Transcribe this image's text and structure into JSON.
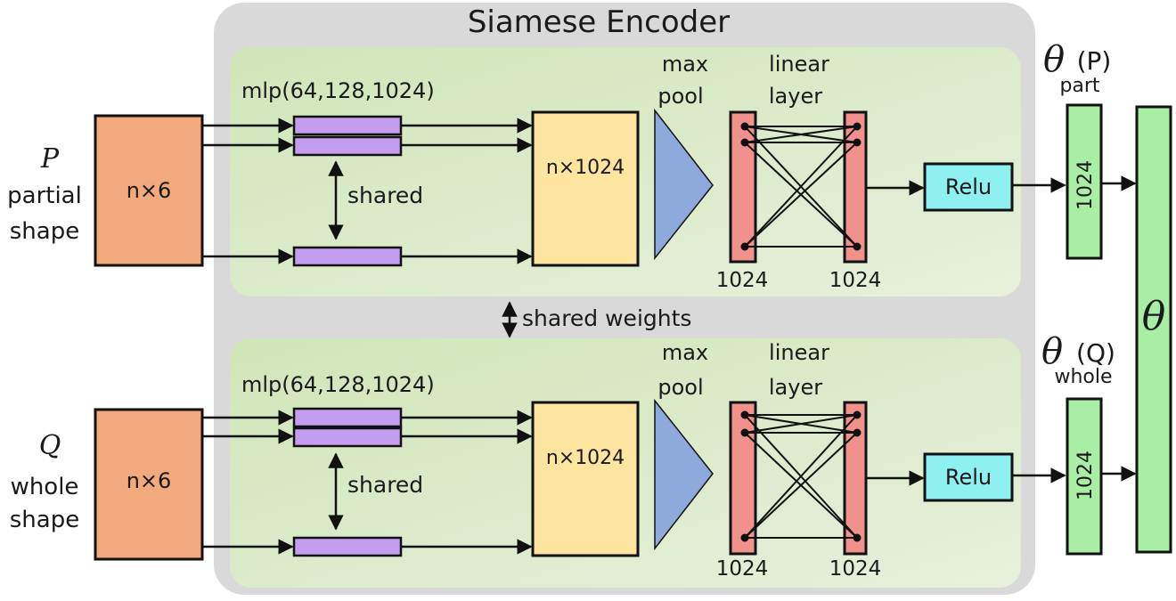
{
  "title": "Siamese Encoder",
  "shared_weights": "shared weights",
  "inputs": {
    "top": {
      "symbol": "P",
      "line1": "partial",
      "line2": "shape",
      "box": "n×6"
    },
    "bottom": {
      "symbol": "Q",
      "line1": "whole",
      "line2": "shape",
      "box": "n×6"
    }
  },
  "branch": {
    "mlp": "mlp(64,128,1024)",
    "shared": "shared",
    "feature": "n×1024",
    "maxpool_1": "max",
    "maxpool_2": "pool",
    "linear_1": "linear",
    "linear_2": "layer",
    "dim_in": "1024",
    "dim_out": "1024",
    "relu": "Relu"
  },
  "outputs": {
    "top": {
      "theta": "θ",
      "arg": "(P)",
      "sub": "part",
      "dim": "1024"
    },
    "bottom": {
      "theta": "θ",
      "arg": "(Q)",
      "sub": "whole",
      "dim": "1024"
    },
    "final": "θ"
  },
  "colors": {
    "outer_panel": "#d9d9d9",
    "branch_panel": "#dcebc9",
    "input_box": "#f2a97c",
    "mlp_bar": "#c49cf0",
    "feature_box": "#fde5a0",
    "maxpool": "#8ea9db",
    "linear_bar": "#f0918c",
    "relu": "#8ff0f2",
    "output_bar": "#a8efa5"
  }
}
